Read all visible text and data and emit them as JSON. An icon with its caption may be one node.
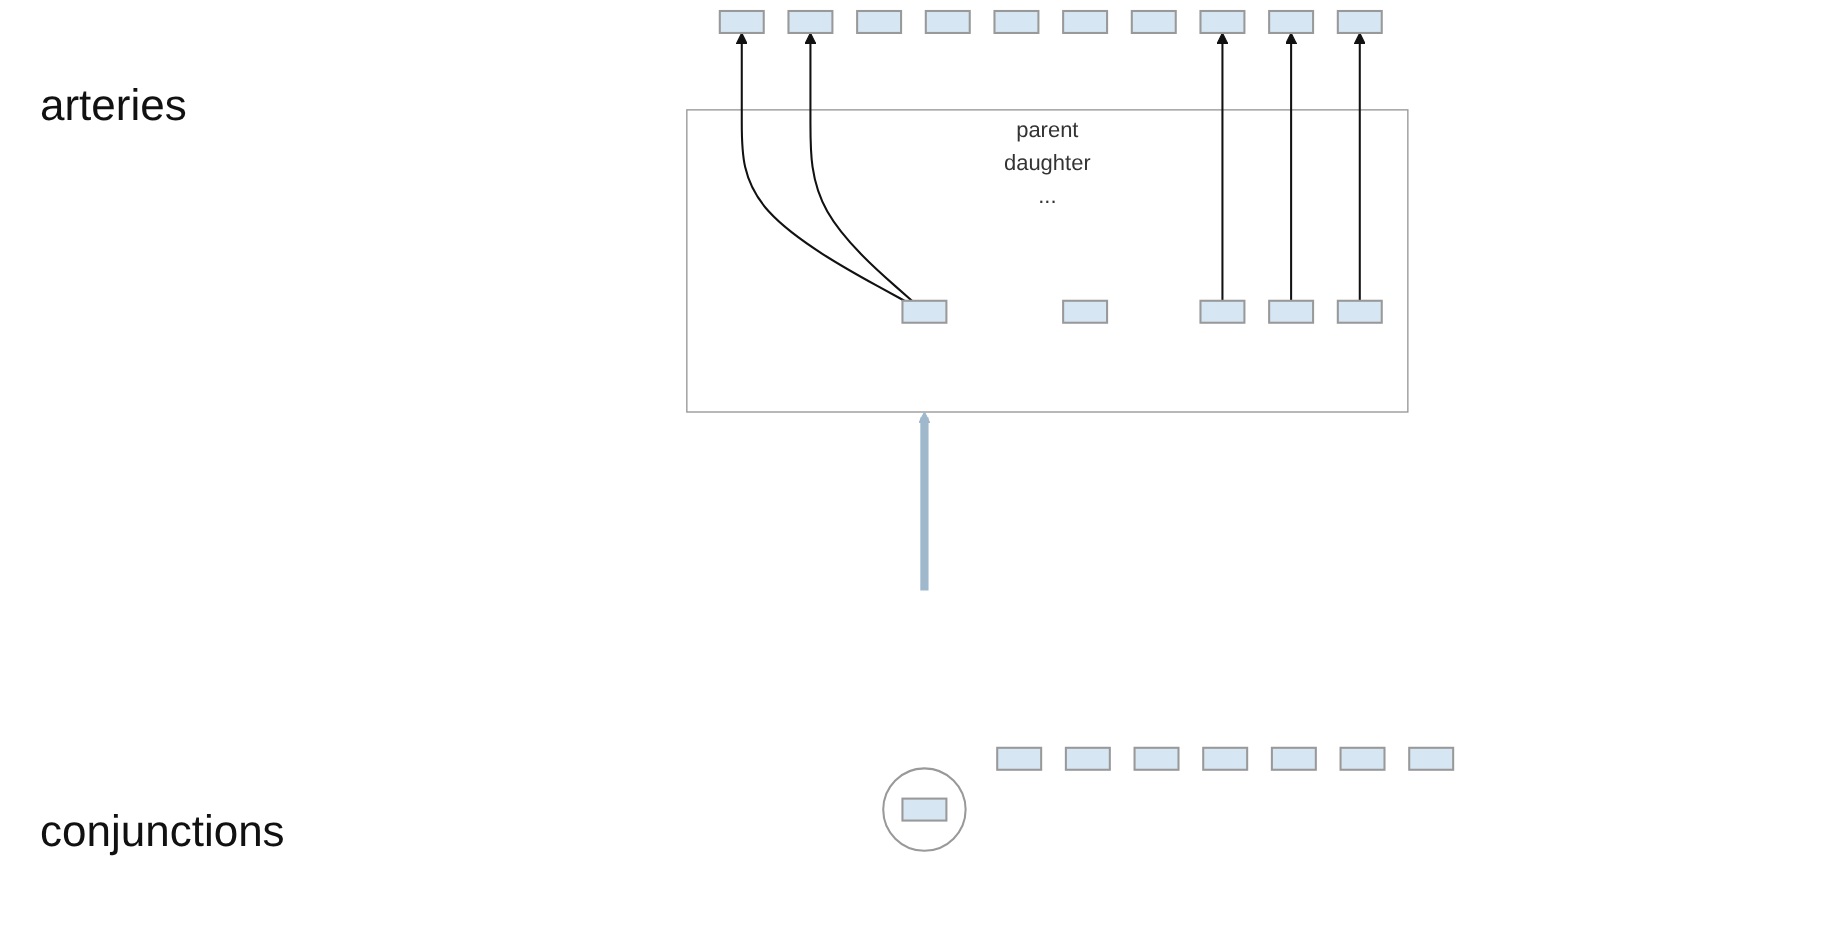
{
  "diagram": {
    "nodes": [
      {
        "text": [],
        "shape": "box"
      },
      {
        "text": [],
        "shape": "box"
      },
      {
        "text": [],
        "shape": "box"
      },
      {
        "text": [],
        "shape": "box"
      },
      {
        "text": [],
        "shape": "box"
      },
      {
        "text": [],
        "shape": "box"
      },
      {
        "text": [],
        "shape": "box"
      },
      {
        "text": [],
        "shape": "box"
      },
      {
        "text": [],
        "shape": "box"
      },
      {
        "text": [],
        "shape": "box"
      },
      {
        "text": [
          "parent",
          "daughter",
          "..."
        ]
      },
      {
        "text": [],
        "shape": "box",
        "in": 10
      },
      {
        "text": [],
        "shape": "box",
        "in": 10
      },
      {
        "text": [],
        "shape": "box",
        "in": 10
      },
      {
        "text": [],
        "shape": "box",
        "in": 10
      },
      {
        "text": [],
        "shape": "box",
        "in": 10
      },
      {
        "text": [],
        "shape": "box"
      },
      {
        "text": [],
        "shape": "box"
      },
      {
        "text": [],
        "shape": "box"
      },
      {
        "text": [],
        "shape": "circle"
      },
      {
        "text": [],
        "shape": "box",
        "in": 19
      },
      {
        "text": [],
        "shape": "box"
      },
      {
        "text": [],
        "shape": "box"
      },
      {
        "text": [],
        "shape": "box"
      },
      {
        "text": [],
        "shape": "box"
      }
    ],
    "edges": [
      {
        "from": 11,
        "to": 0,
        "arrow": "to"
      },
      {
        "from": 11,
        "to": 1,
        "arrow": "to"
      },
      {
        "from": 13,
        "to": 4,
        "arrow": "to"
      },
      {
        "from": 14,
        "to": 5,
        "arrow": "to"
      },
      {
        "from": 15,
        "to": 6,
        "arrow": "to"
      },
      {
        "from": 19,
        "to": 10,
        "arrow": "to",
        "style": "thick",
        "color": "#9fb8cc"
      }
    ],
    "labels": [
      "arteries",
      "conjunctions"
    ]
  }
}
